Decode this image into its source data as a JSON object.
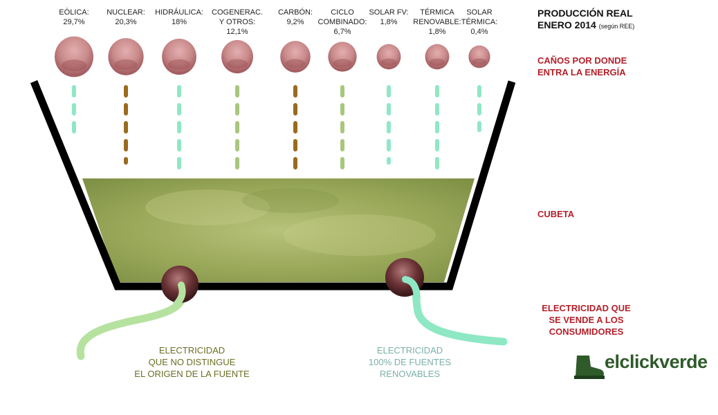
{
  "title": {
    "line1": "PRODUCCIÓN REAL",
    "line2": "ENERO 2014",
    "note": "(según REE)"
  },
  "labels": {
    "pipes": "CAÑOS POR DONDE\nENTRA LA ENERGÍA",
    "tub": "CUBETA",
    "sold": "ELECTRICIDAD QUE\nSE VENDE A LOS\nCONSUMIDORES"
  },
  "sources": [
    {
      "name": "EÓLICA:",
      "share": "29,7%",
      "value": 29.7,
      "renewable": true
    },
    {
      "name": "NUCLEAR:",
      "share": "20,3%",
      "value": 20.3,
      "renewable": false
    },
    {
      "name": "HIDRÁULICA:",
      "share": "18%",
      "value": 18,
      "renewable": true
    },
    {
      "name": "COGENERAC.\nY OTROS:",
      "share": "12,1%",
      "value": 12.1,
      "renewable": false
    },
    {
      "name": "CARBÓN:",
      "share": "9,2%",
      "value": 9.2,
      "renewable": false
    },
    {
      "name": "CICLO\nCOMBINADO:",
      "share": "6,7%",
      "value": 6.7,
      "renewable": false
    },
    {
      "name": "SOLAR FV:",
      "share": "1,8%",
      "value": 1.8,
      "renewable": true
    },
    {
      "name": "TÉRMICA\nRENOVABLE:",
      "share": "1,8%",
      "value": 1.8,
      "renewable": true
    },
    {
      "name": "SOLAR\nTÉRMICA:",
      "share": "0,4%",
      "value": 0.4,
      "renewable": true
    }
  ],
  "outlets": {
    "mixed": "ELECTRICIDAD\nQUE NO DISTINGUE\nEL ORIGEN DE LA FUENTE",
    "green": "ELECTRICIDAD\n100% DE FUENTES\nRENOVABLES"
  },
  "brand": "elclickverde",
  "colors": {
    "renewable_flow": "#8ee8c4",
    "nuclear_carbon_flow": "#9a6a1e",
    "fossil_flow": "#a9c67c",
    "pipe": "#c98a8a",
    "tub_liquid": "#9aa85a",
    "tub_outline": "#000000",
    "mixed_hose": "#b6e2a0",
    "green_hose": "#8ee8c4",
    "mixed_text": "#6b6e22",
    "green_text": "#7ab0a8",
    "accent_red": "#b3202a"
  }
}
